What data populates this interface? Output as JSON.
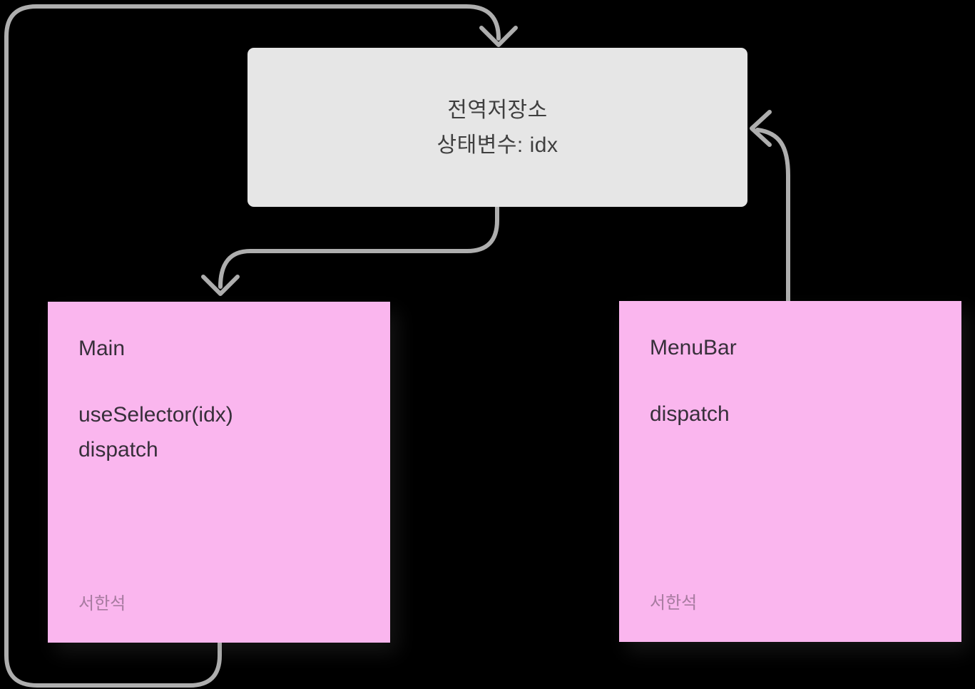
{
  "canvas": {
    "background_color": "#000000"
  },
  "store_box": {
    "line1": "전역저장소",
    "line2": "상태변수: idx",
    "fill_color": "#e6e6e6",
    "text_color": "#3f3f3f"
  },
  "sticky_notes": [
    {
      "id": "main",
      "title": "Main",
      "body_line1": "useSelector(idx)",
      "body_line2": "dispatch",
      "author": "서한석",
      "fill_color": "#fab6ee"
    },
    {
      "id": "menubar",
      "title": "MenuBar",
      "body_line1": "dispatch",
      "body_line2": "",
      "author": "서한석",
      "fill_color": "#fab6ee"
    }
  ],
  "connectors": [
    {
      "from": "Main (bottom)",
      "to": "전역저장소 (top)",
      "arrow_at": "전역저장소"
    },
    {
      "from": "전역저장소 (bottom)",
      "to": "Main (top)",
      "arrow_at": "Main"
    },
    {
      "from": "MenuBar (top)",
      "to": "전역저장소 (right)",
      "arrow_at": "전역저장소"
    }
  ],
  "colors": {
    "connector": "#aeaeae",
    "sticky_text": "#372f3a",
    "sticky_author": "#a77ba0"
  }
}
